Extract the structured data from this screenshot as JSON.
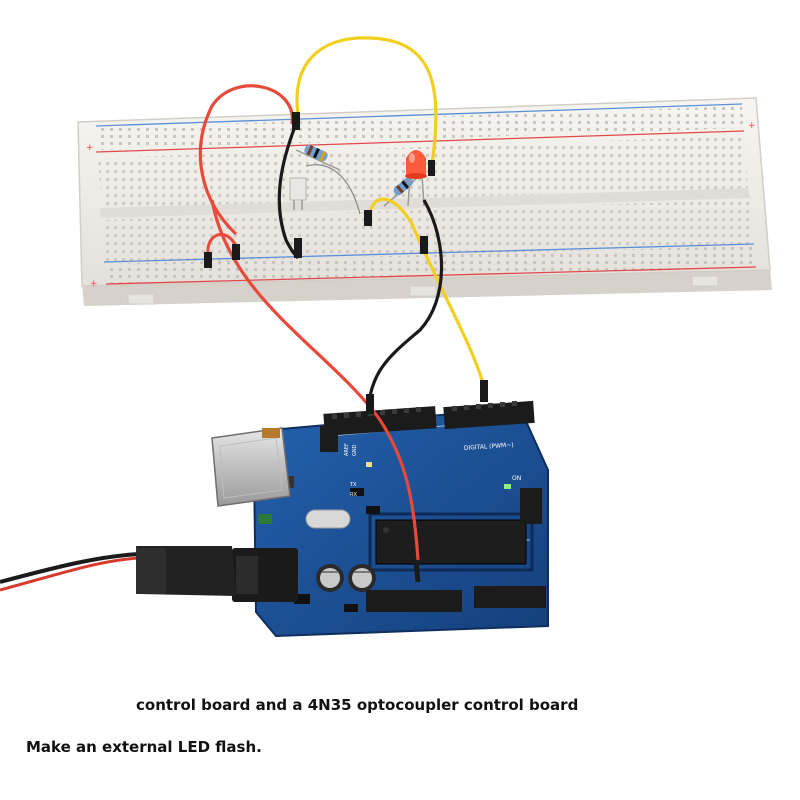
{
  "photo": {
    "breadboard_color": "#f2f0ec",
    "rail_red": "#e0484a",
    "rail_blue": "#5a8fd6",
    "board_color": "#1b4f96",
    "wire_red": "#e8493a",
    "wire_yellow": "#f2cf1d",
    "wire_black": "#1a1a1a",
    "led_color": "#ff4a2a",
    "board_labels": {
      "digital": "DIGITAL (PWM~)",
      "on": "ON",
      "aref": "AREF",
      "gnd": "GND",
      "tx": "TX",
      "rx": "RX"
    }
  },
  "captions": {
    "line1": "control board and a 4N35 optocoupler control board",
    "line2": "Make an external LED flash."
  }
}
